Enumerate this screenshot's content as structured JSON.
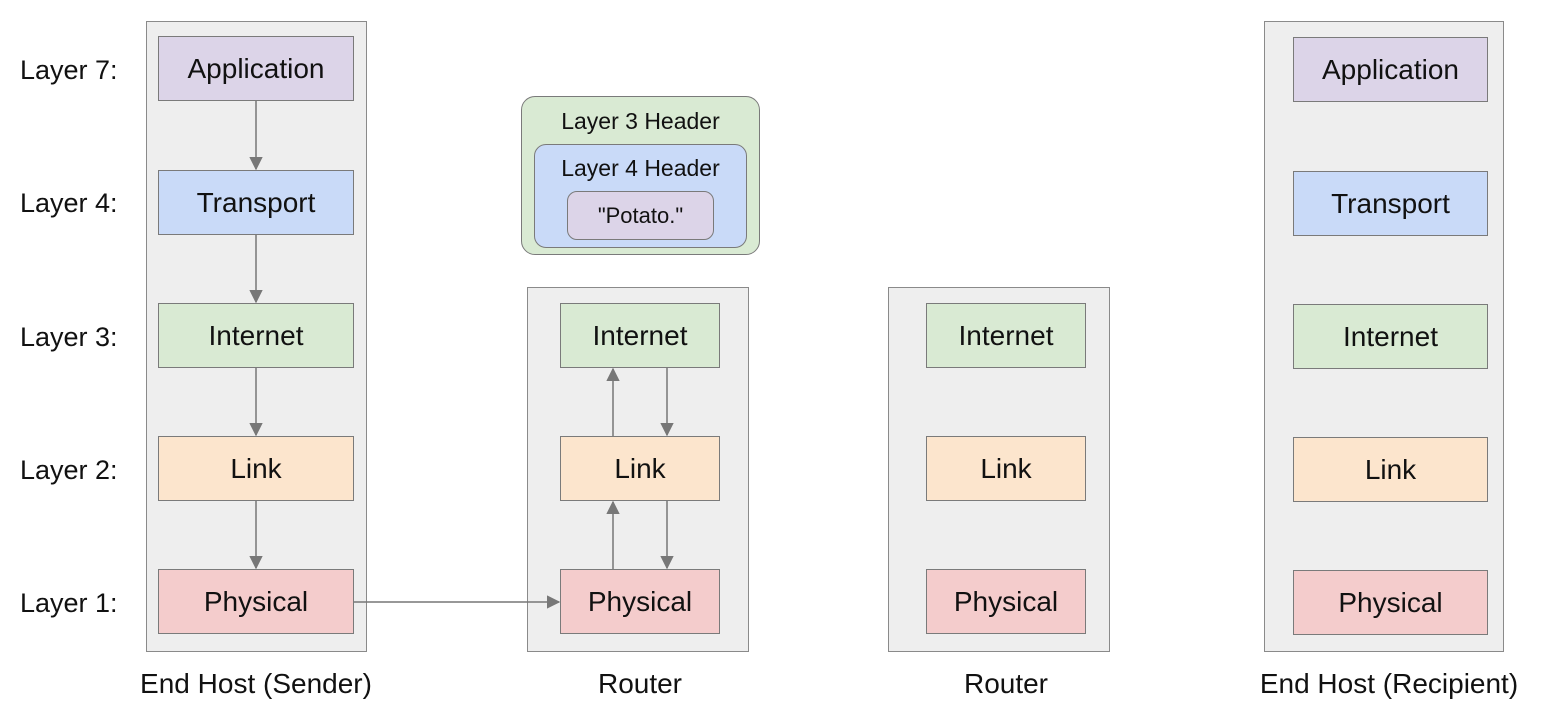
{
  "layer_labels": [
    "Layer 7:",
    "Layer 4:",
    "Layer 3:",
    "Layer 2:",
    "Layer 1:"
  ],
  "stacks": [
    {
      "caption": "End Host (Sender)",
      "layers": [
        "Application",
        "Transport",
        "Internet",
        "Link",
        "Physical"
      ]
    },
    {
      "caption": "Router",
      "layers": [
        "Internet",
        "Link",
        "Physical"
      ]
    },
    {
      "caption": "Router",
      "layers": [
        "Internet",
        "Link",
        "Physical"
      ]
    },
    {
      "caption": "End Host (Recipient)",
      "layers": [
        "Application",
        "Transport",
        "Internet",
        "Link",
        "Physical"
      ]
    }
  ],
  "packet": {
    "outer_header": "Layer 3 Header",
    "inner_header": "Layer 4 Header",
    "payload": "\"Potato.\""
  },
  "colors": {
    "application": "#dcd4e8",
    "transport": "#c9daf8",
    "internet": "#d9ead3",
    "link": "#fce5cd",
    "physical": "#f4cccc",
    "container": "#eeeeee",
    "arrow": "#777777"
  }
}
